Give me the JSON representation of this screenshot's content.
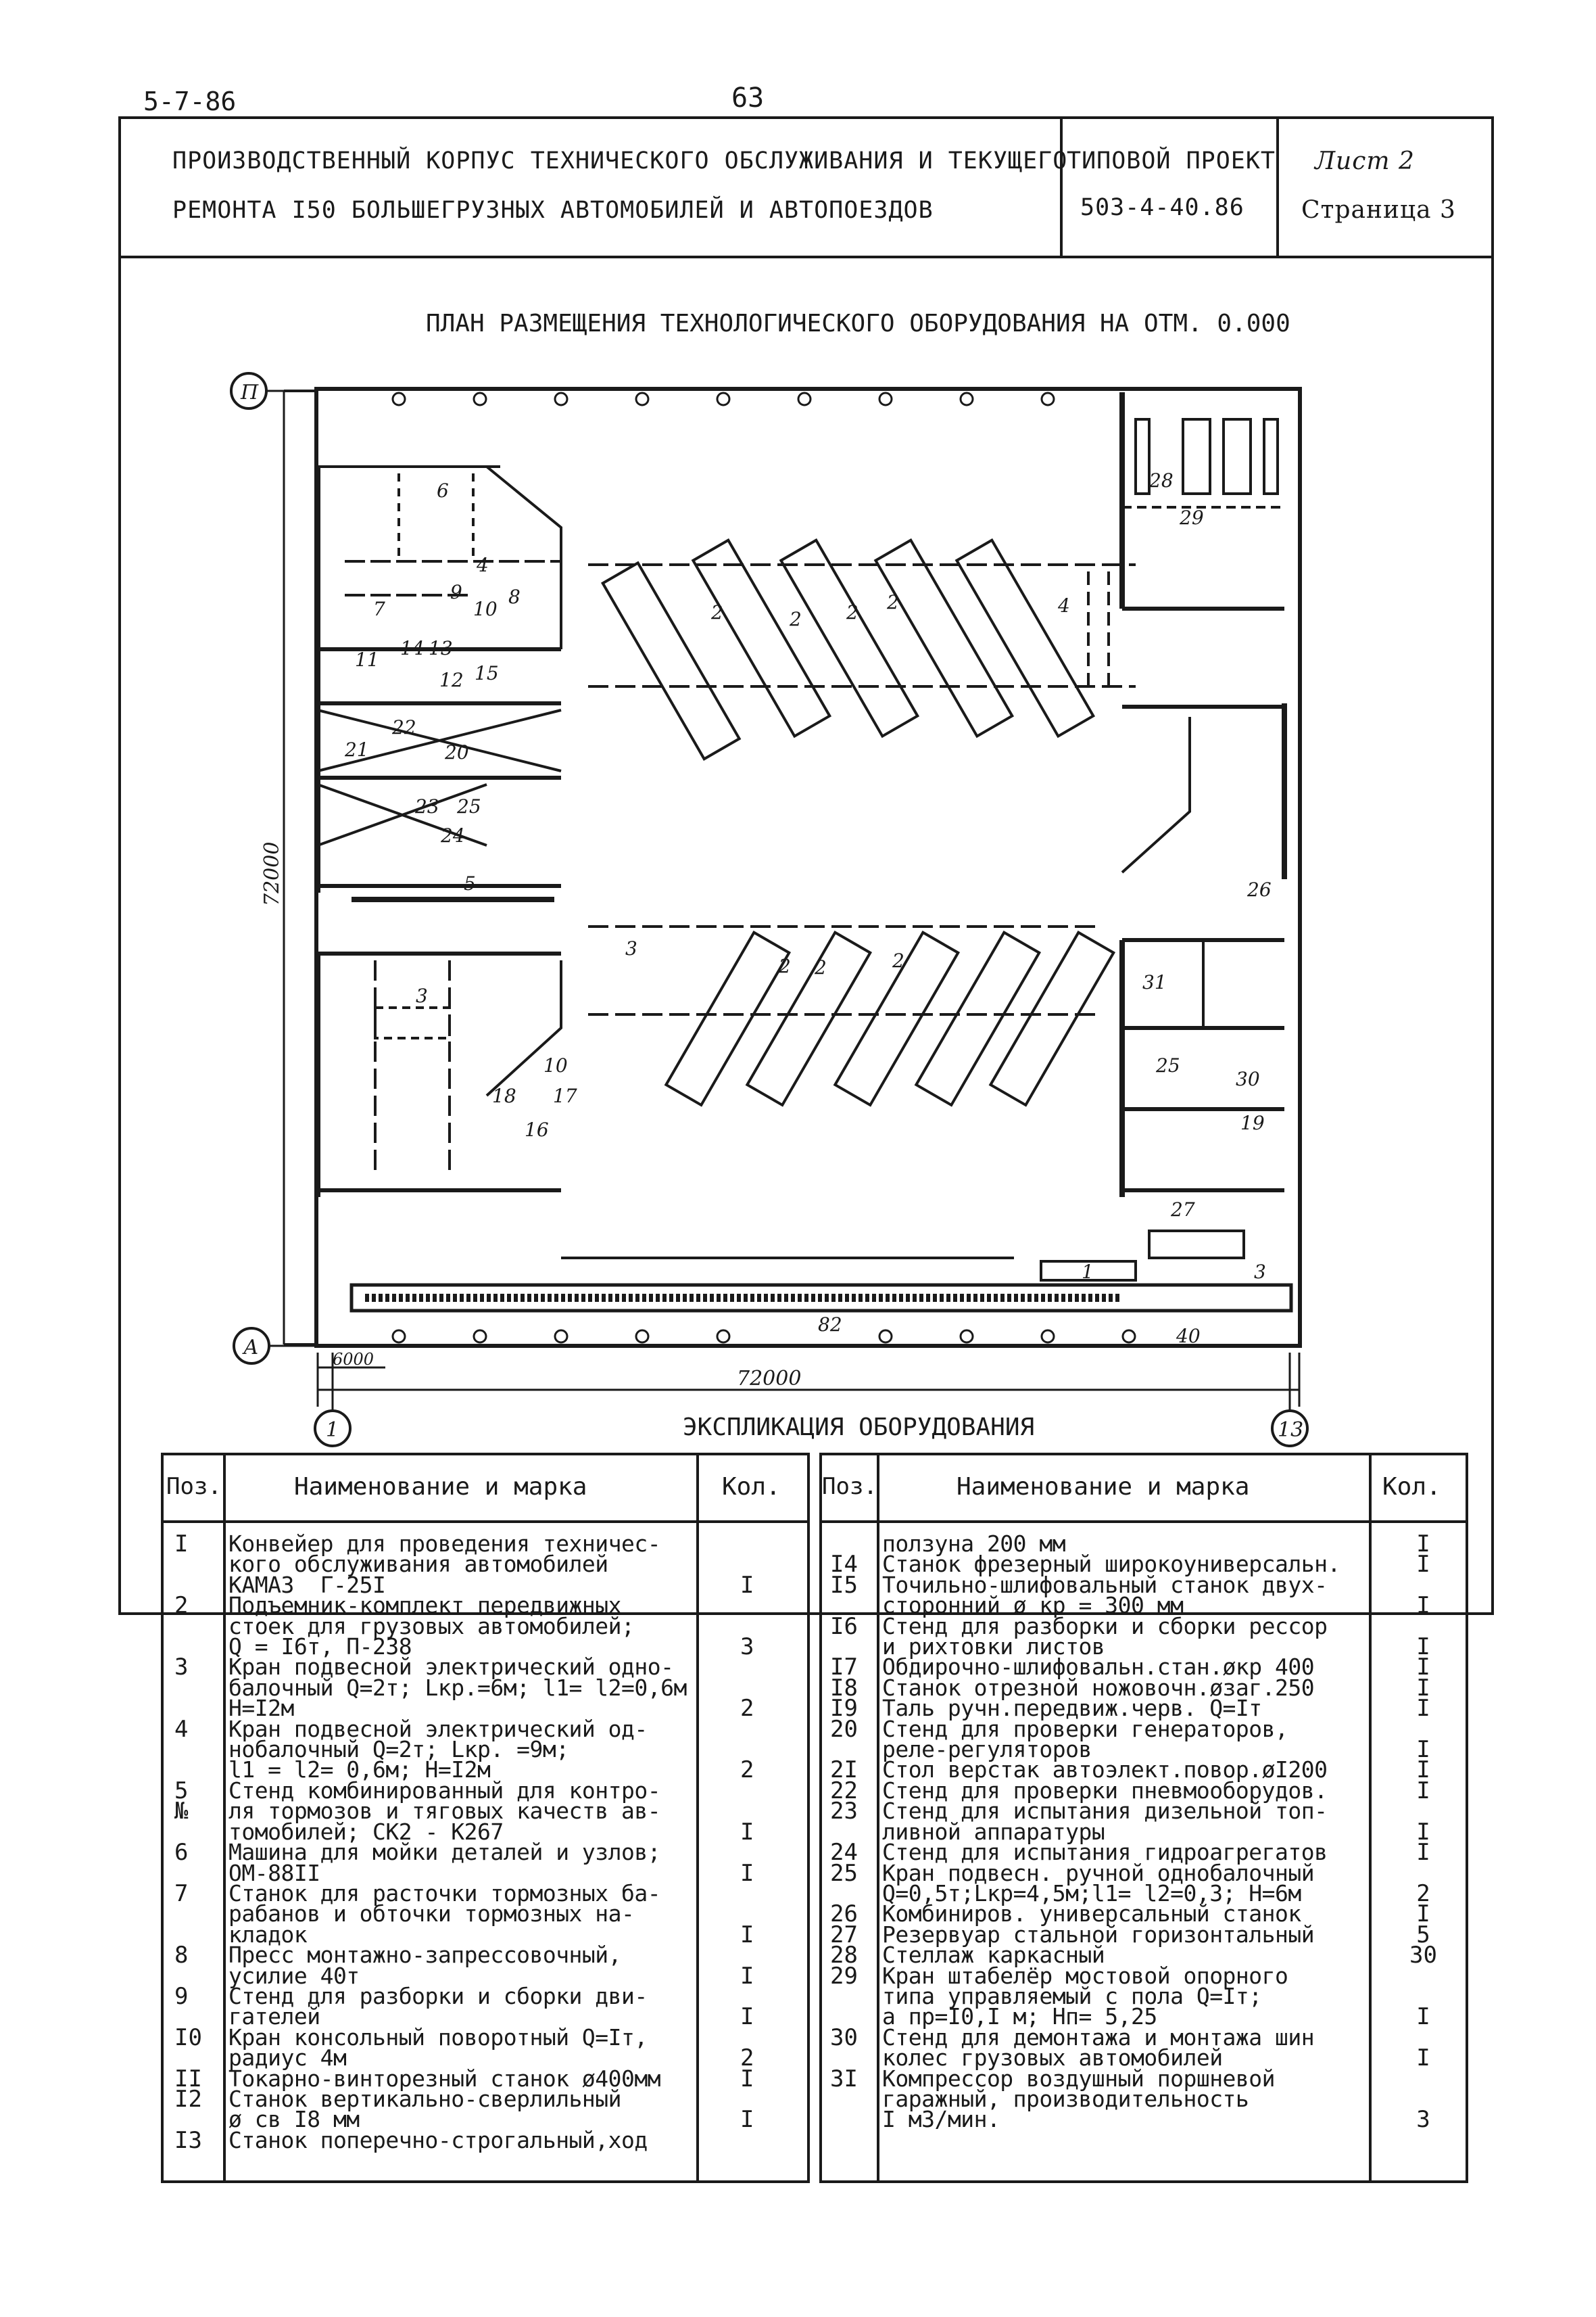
{
  "header": {
    "doc_code": "5-7-86",
    "page_number": "63",
    "title_line1": "ПРОИЗВОДСТВЕННЫЙ КОРПУС ТЕХНИЧЕСКОГО ОБСЛУЖИВАНИЯ И ТЕКУЩЕГО",
    "title_line2": "РЕМОНТА I50 БОЛЬШЕГРУЗНЫХ АВТОМОБИЛЕЙ И АВТОПОЕЗДОВ",
    "project_label": "ТИПОВОЙ ПРОЕКТ",
    "project_code": "503-4-40.86",
    "sheet": "Лист 2",
    "page": "Страница 3"
  },
  "plan": {
    "title": "ПЛАН РАЗМЕЩЕНИЯ ТЕХНОЛОГИЧЕСКОГО ОБОРУДОВАНИЯ НА ОТМ. 0.000",
    "axis_top": "П",
    "axis_bottom": "А",
    "axis_left": "1",
    "axis_right": "13",
    "dim_vertical": "72000",
    "dim_horizontal": "72000",
    "dim_bay": "6000",
    "labels": [
      {
        "n": "6"
      },
      {
        "n": "4"
      },
      {
        "n": "9"
      },
      {
        "n": "8"
      },
      {
        "n": "10"
      },
      {
        "n": "7"
      },
      {
        "n": "11"
      },
      {
        "n": "14"
      },
      {
        "n": "13"
      },
      {
        "n": "12"
      },
      {
        "n": "15"
      },
      {
        "n": "21"
      },
      {
        "n": "22"
      },
      {
        "n": "20"
      },
      {
        "n": "23"
      },
      {
        "n": "25"
      },
      {
        "n": "24"
      },
      {
        "n": "5"
      },
      {
        "n": "2"
      },
      {
        "n": "2"
      },
      {
        "n": "2"
      },
      {
        "n": "2"
      },
      {
        "n": "4"
      },
      {
        "n": "28"
      },
      {
        "n": "29"
      },
      {
        "n": "26"
      },
      {
        "n": "3"
      },
      {
        "n": "2"
      },
      {
        "n": "2"
      },
      {
        "n": "2"
      },
      {
        "n": "3"
      },
      {
        "n": "10"
      },
      {
        "n": "18"
      },
      {
        "n": "17"
      },
      {
        "n": "16"
      },
      {
        "n": "31"
      },
      {
        "n": "25"
      },
      {
        "n": "30"
      },
      {
        "n": "19"
      },
      {
        "n": "27"
      },
      {
        "n": "1"
      },
      {
        "n": "3"
      },
      {
        "n": "82"
      },
      {
        "n": "40"
      }
    ]
  },
  "explication": {
    "title": "ЭКСПЛИКАЦИЯ ОБОРУДОВАНИЯ",
    "col_pos": "Поз.",
    "col_name": "Наименование и марка",
    "col_qty": "Кол.",
    "left_pos": "I\n\n\n2\n\n\n3\n\n\n4\n\n\n5\n№\n\n6\n\n7\n\n\n8\n\n9\n\nI0\n\nII\nI2\n\nI3",
    "left_text": "Конвейер для проведения техничес-\nкого обслуживания автомобилей\nКАМАЗ  Г-25I\nПодъемник-комплект передвижных\nстоек для грузовых автомобилей;\nQ = I6т, П-238\nКран подвесной электрический одно-\nбалочный Q=2т; Lкр.=6м; l1= l2=0,6м\nН=I2м\nКран подвесной электрический од-\nнобалочный Q=2т; Lкр. =9м;\nl1 = l2= 0,6м; Н=I2м\nСтенд комбинированный для контро-\nля тормозов и тяговых качеств ав-\nтомобилей; СК2 - К267\nМашина для мойки деталей и узлов;\nОМ-88II\nСтанок для расточки тормозных ба-\nрабанов и обточки тормозных на-\nкладок\nПресс монтажно-запрессовочный,\nусилие 40т\nСтенд для разборки и сборки дви-\nгателей\nКран консольный поворотный Q=Iт,\nрадиус 4м\nТокарно-винторезный станок ø400мм\nСтанок вертикально-сверлильный\nø св I8 мм\nСтанок поперечно-строгальный,ход",
    "left_qty": "\n\nI\n\n\n3\n\n\n2\n\n\n2\n\n\nI\n\nI\n\n\nI\n\nI\n\nI\n\n2\nI\n\nI",
    "right_pos": "\nI4\nI5\n\nI6\n\nI7\nI8\nI9\n20\n\n2I\n22\n23\n\n24\n25\n\n26\n27\n28\n29\n\n\n30\n\n3I",
    "right_text": "ползуна 200 мм\nСтанок фрезерный широкоуниверсальн.\nТочильно-шлифовальный станок двух-\nсторонний ø кр = 300 мм\nСтенд для разборки и сборки рессор\nи рихтовки листов\nОбдирочно-шлифовальн.стан.øкр 400\nСтанок отрезной ножовочн.øзаг.250\nТаль ручн.передвиж.черв. Q=Iт\nСтенд для проверки генераторов,\nреле-регуляторов\nСтол верстак автоэлект.повор.øI200\nСтенд для проверки пневмооборудов.\nСтенд для испытания дизельной топ-\nливной аппаратуры\nСтенд для испытания гидроагрегатов\nКран подвесн. ручной однобалочный\nQ=0,5т;Lкр=4,5м;l1= l2=0,3; Н=6м\nКомбиниров. универсальный станок\nРезервуар стальной горизонтальный\nСтеллаж каркасный\nКран штабелёр мостовой опорного\nтипа управляемый с пола Q=Iт;\na пр=I0,I м; Нп= 5,25\nСтенд для демонтажа и монтажа шин\nколес грузовых автомобилей\nКомпрессор воздушный поршневой\nгаражный, производительность\nI м3/мин.",
    "right_qty": "I\nI\n\nI\n\nI\nI\nI\nI\n\nI\nI\nI\n\nI\nI\n\n2\nI\n5\n30\n\n\nI\n\nI\n\n\n3"
  }
}
